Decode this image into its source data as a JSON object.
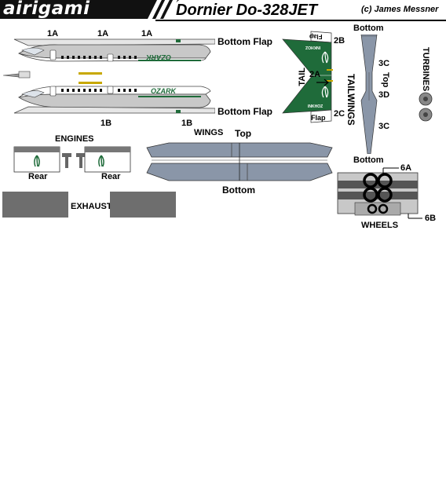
{
  "header": {
    "logo": "airigami",
    "title": "Dornier Do-328JET",
    "credit": "(c) James Messner"
  },
  "fuselage": {
    "label_1a": "1A",
    "label_1b": "1B",
    "bottom_flap": "Bottom Flap",
    "livery": "OZARK"
  },
  "tail": {
    "label": "TAIL",
    "part_2a": "2A",
    "part_2b": "2B",
    "part_2c": "2C",
    "flap": "Flap",
    "small_text": "INKHOZ"
  },
  "tailwings": {
    "label": "TAILWINGS",
    "bottom_top": "Bottom",
    "bottom_low": "Bottom",
    "top": "Top",
    "part_3c": "3C",
    "part_3d": "3D"
  },
  "turbines": {
    "label": "TURBINES"
  },
  "engines": {
    "label": "ENGINES",
    "rear": "Rear"
  },
  "wings": {
    "label": "WINGS",
    "top": "Top",
    "bottom": "Bottom"
  },
  "exhaust": {
    "label": "EXHAUST"
  },
  "wheels": {
    "label": "WHEELS",
    "part_6a": "6A",
    "part_6b": "6B"
  },
  "colors": {
    "livery_green": "#1f6b3a",
    "wing_gray": "#8a96a8",
    "part_gray": "#6e6e6e",
    "fuselage_gray": "#c8c8c8"
  }
}
